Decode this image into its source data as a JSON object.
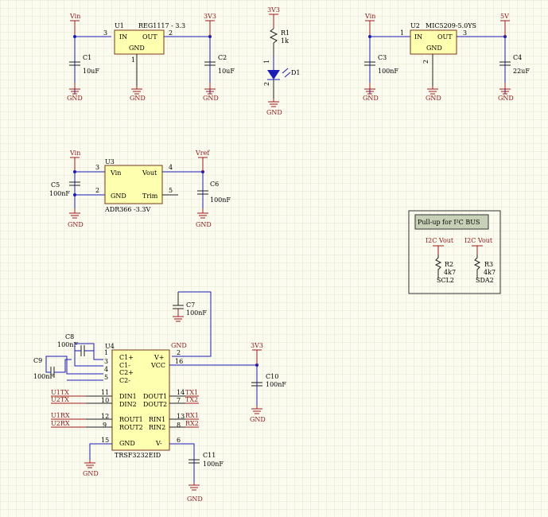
{
  "nets": {
    "vin": "Vin",
    "v3v3": "3V3",
    "v5v": "5V",
    "gnd": "GND",
    "vref": "Vref",
    "i2c_vout": "I2C Vout",
    "scl2": "SCL2",
    "sda2": "SDA2",
    "u1tx": "U1TX",
    "u2tx": "U2TX",
    "u1rx": "U1RX",
    "u2rx": "U2RX",
    "tx1": "TX1",
    "tx2": "TX2",
    "rx1": "RX1",
    "rx2": "RX2"
  },
  "u1": {
    "ref": "U1",
    "part": "REG1117 - 3.3",
    "in": "IN",
    "out": "OUT",
    "gnd": "GND",
    "p3": "3",
    "p2": "2",
    "p1": "1"
  },
  "u2": {
    "ref": "U2",
    "part": "MIC5209-5.0YS",
    "in": "IN",
    "out": "OUT",
    "gnd": "GND",
    "p1": "1",
    "p3": "3",
    "p2": "2"
  },
  "u3": {
    "ref": "U3",
    "part": "ADR366 -3.3V",
    "vin": "Vin",
    "vout": "Vout",
    "gnd": "GND",
    "trim": "Trim",
    "p3": "3",
    "p4": "4",
    "p2": "2",
    "p5": "5"
  },
  "u4": {
    "ref": "U4",
    "part": "TRSF3232EID",
    "c1p": "C1+",
    "c1m": "C1-",
    "c2p": "C2+",
    "c2m": "C2-",
    "vplus": "V+",
    "vcc": "VCC",
    "din1": "DIN1",
    "din2": "DIN2",
    "dout1": "DOUT1",
    "dout2": "DOUT2",
    "rout1": "ROUT1",
    "rout2": "ROUT2",
    "rin1": "RIN1",
    "rin2": "RIN2",
    "gnd": "GND",
    "vminus": "V-",
    "p1": "1",
    "p3": "3",
    "p4": "4",
    "p5": "5",
    "p2": "2",
    "p16": "16",
    "p11": "11",
    "p10": "10",
    "p14": "14",
    "p7": "7",
    "p12": "12",
    "p9": "9",
    "p13": "13",
    "p8": "8",
    "p15": "15",
    "p6": "6"
  },
  "caps": {
    "c1": {
      "ref": "C1",
      "val": "10uF"
    },
    "c2": {
      "ref": "C2",
      "val": "10uF"
    },
    "c3": {
      "ref": "C3",
      "val": "100nF"
    },
    "c4": {
      "ref": "C4",
      "val": "22uF"
    },
    "c5": {
      "ref": "C5",
      "val": "100nF"
    },
    "c6": {
      "ref": "C6",
      "val": "100nF"
    },
    "c7": {
      "ref": "C7",
      "val": "100nF"
    },
    "c8": {
      "ref": "C8",
      "val": "100nF"
    },
    "c9": {
      "ref": "C9",
      "val": "100nF"
    },
    "c10": {
      "ref": "C10",
      "val": "100nF"
    },
    "c11": {
      "ref": "C11",
      "val": "100nF"
    }
  },
  "r1": {
    "ref": "R1",
    "val": "1k"
  },
  "d1": {
    "ref": "D1",
    "p1": "1",
    "p2": "2"
  },
  "pullup": {
    "title": "Pull-up for I²C BUS",
    "r2": "R2",
    "r2val": "4k7",
    "r3": "R3",
    "r3val": "4k7"
  },
  "colors": {
    "wire": "#1b1bb5",
    "body": "#ffffb0",
    "net": "#8b1a1a",
    "grid": "#e6e6d2"
  }
}
